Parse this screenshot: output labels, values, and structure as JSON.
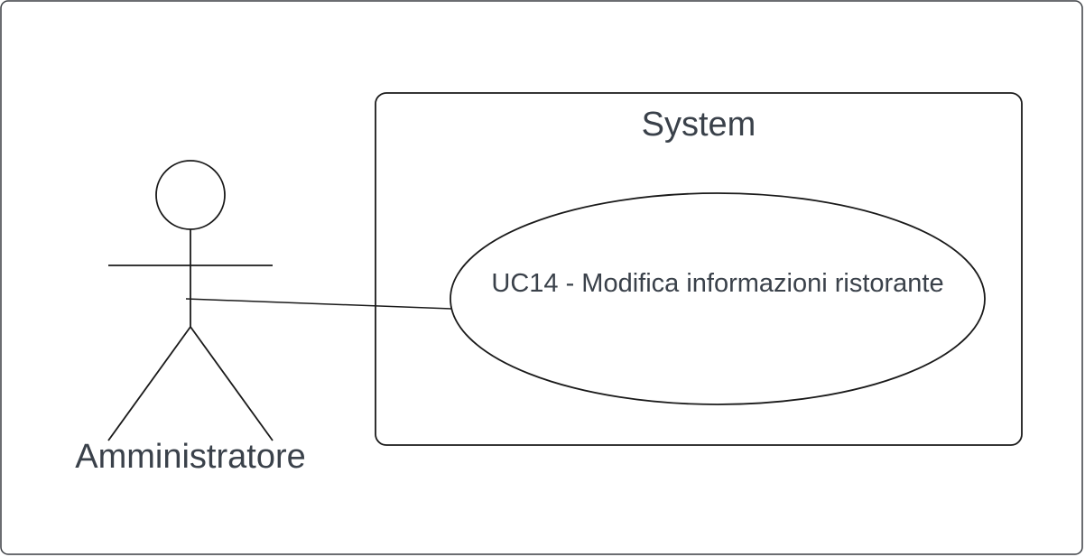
{
  "diagram": {
    "type": "use-case",
    "system_title": "System",
    "actor": {
      "name": "Amministratore",
      "icon": "stick-figure-icon"
    },
    "use_case": {
      "text": "UC14 - Modifica informazioni ristorante"
    },
    "association": {
      "from": "Amministratore",
      "to": "UC14 - Modifica informazioni ristorante"
    },
    "colors": {
      "stroke": "#1a1a1a",
      "text": "#3a414a",
      "frame": "#3a3d42",
      "background": "#ffffff"
    }
  }
}
